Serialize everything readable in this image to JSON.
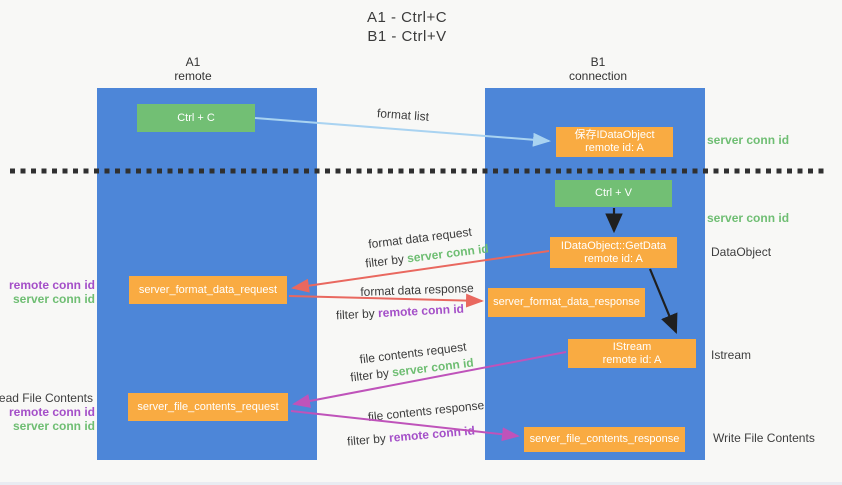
{
  "title": {
    "line1": "A1 - Ctrl+C",
    "line2": "B1 - Ctrl+V"
  },
  "lifelines": {
    "left": {
      "name": "A1",
      "role": "remote"
    },
    "right": {
      "name": "B1",
      "role": "connection"
    }
  },
  "boxes": {
    "ctrl_c": "Ctrl + C",
    "ctrl_v": "Ctrl + V",
    "save_idataobject": "保存IDataObject",
    "getdata": "IDataObject::GetData",
    "istream": "IStream",
    "remote_id": "remote id: A",
    "format_request": "server_format_data_request",
    "format_response": "server_format_data_response",
    "file_request": "server_file_contents_request",
    "file_response": "server_file_contents_response"
  },
  "labels": {
    "format_list": "format list",
    "format_data_request": "format data request",
    "format_data_response": "format data response",
    "file_contents_request": "file contents request",
    "file_contents_response": "file contents response",
    "filter_by": "filter by",
    "server_conn_id": "server conn id",
    "remote_conn_id": "remote conn id",
    "read_file_contents": "Read File Contents",
    "write_file_contents": "Write File Contents",
    "data_object": "DataObject",
    "istream_side": "Istream"
  },
  "colors": {
    "background": "#f8f8f6",
    "column_blue": "#4d86d8",
    "box_green": "#72bf74",
    "box_orange": "#f9ab42",
    "arrow_light_blue": "#a9d3f1",
    "arrow_red": "#e9685f",
    "arrow_magenta": "#bf53ba",
    "arrow_black": "#1f1f1f",
    "text_green": "#6fbe73",
    "text_purple": "#a44fc8",
    "text_dark": "#3e3e3e"
  }
}
